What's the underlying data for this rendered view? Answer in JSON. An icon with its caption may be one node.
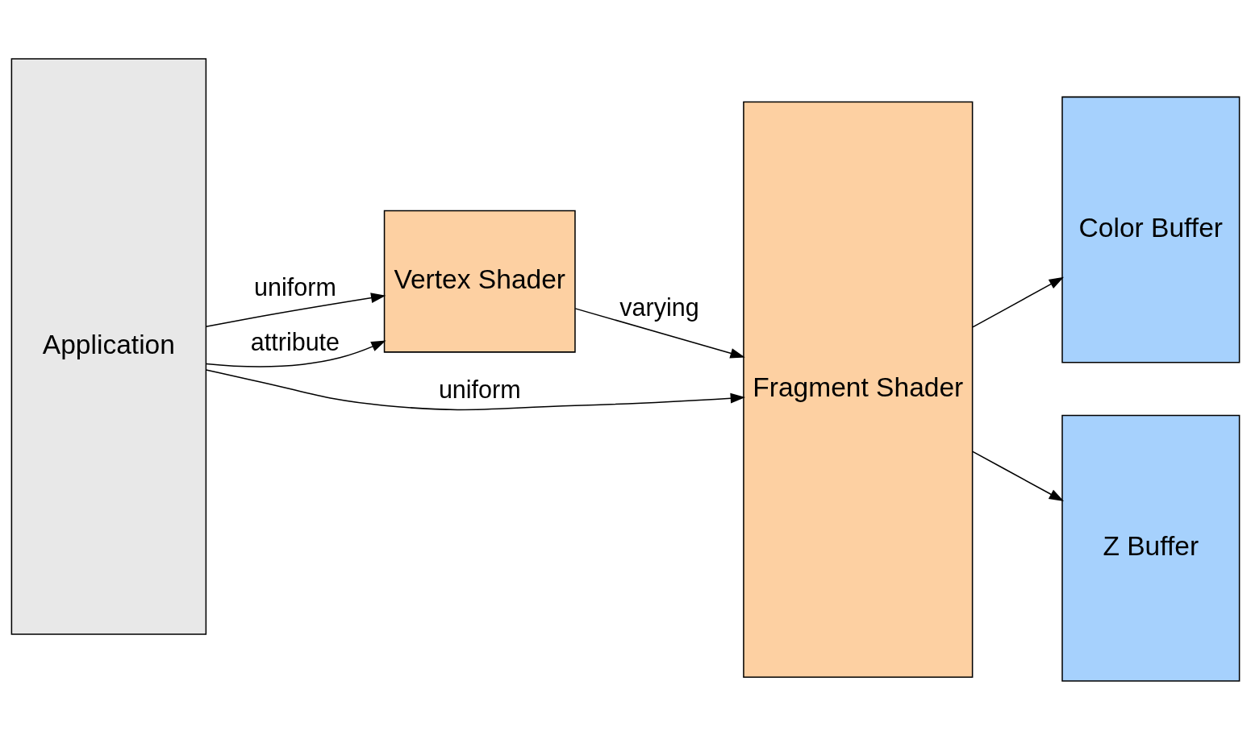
{
  "diagram": {
    "nodes": [
      {
        "text": [
          "Application"
        ]
      },
      {
        "text": [
          "Vertex Shader"
        ]
      },
      {
        "text": [
          "Fragment Shader"
        ]
      },
      {
        "text": [
          "Color Buffer"
        ]
      },
      {
        "text": [
          "Z Buffer"
        ]
      }
    ],
    "edges": [
      {
        "from": 0,
        "to": 2,
        "arrow": "to",
        "label": "uniform"
      },
      {
        "from": 0,
        "to": 1,
        "arrow": "to",
        "label": "uniform"
      },
      {
        "from": 0,
        "to": 1,
        "arrow": "to",
        "label": "attribute"
      },
      {
        "from": 1,
        "to": 2,
        "arrow": "to",
        "label": "varying"
      },
      {
        "from": 2,
        "to": 3,
        "arrow": "to"
      },
      {
        "from": 2,
        "to": 4,
        "arrow": "to"
      }
    ]
  }
}
